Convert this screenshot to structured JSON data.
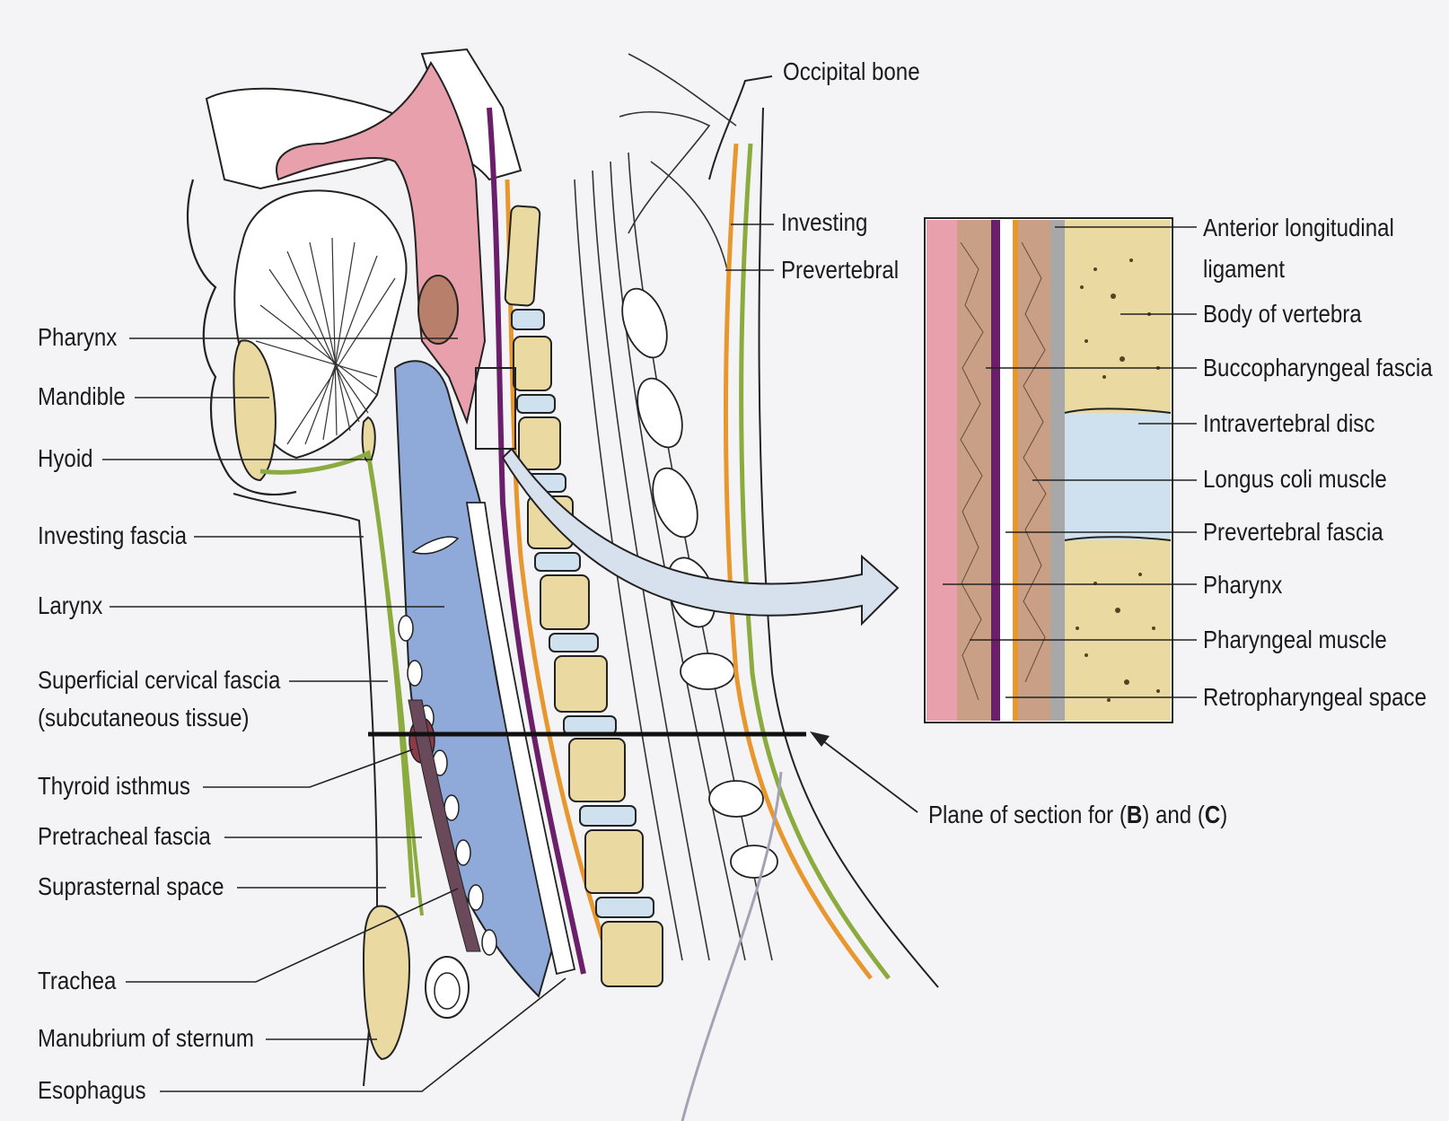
{
  "labels_left": {
    "pharynx": "Pharynx",
    "mandible": "Mandible",
    "hyoid": "Hyoid",
    "investing_fascia": "Investing fascia",
    "larynx": "Larynx",
    "superficial_fascia_1": "Superficial cervical fascia",
    "superficial_fascia_2": "(subcutaneous tissue)",
    "thyroid_isthmus": "Thyroid isthmus",
    "pretracheal_fascia": "Pretracheal fascia",
    "suprasternal_space": "Suprasternal space",
    "trachea": "Trachea",
    "manubrium": "Manubrium of sternum",
    "esophagus": "Esophagus"
  },
  "labels_top": {
    "occipital_bone": "Occipital bone",
    "investing": "Investing",
    "prevertebral": "Prevertebral"
  },
  "labels_right": {
    "anterior_longitudinal_1": "Anterior longitudinal",
    "anterior_longitudinal_2": "ligament",
    "body_of_vertebra": "Body of vertebra",
    "buccopharyngeal_fascia": "Buccopharyngeal fascia",
    "intravertebral_disc": "Intravertebral disc",
    "longus_coli": "Longus coli muscle",
    "prevertebral_fascia": "Prevertebral fascia",
    "pharynx": "Pharynx",
    "pharyngeal_muscle": "Pharyngeal muscle",
    "retropharyngeal_space": "Retropharyngeal space"
  },
  "plane_label": {
    "prefix": "Plane of section for (",
    "b": "B",
    "middle": ") and (",
    "c": "C",
    "suffix": ")"
  },
  "colors": {
    "background": "#f4f4f6",
    "pink_mucosa": "#e8a0ac",
    "airway_blue": "#8fa9d8",
    "bone_yellow": "#ead9a0",
    "disc_blue": "#cfe0ef",
    "muscle_brown": "#c9a085",
    "fascia_green": "#8bab3e",
    "fascia_orange": "#e8962e",
    "fascia_purple": "#6b1f6a",
    "ligament_gray": "#a8a8a8"
  }
}
